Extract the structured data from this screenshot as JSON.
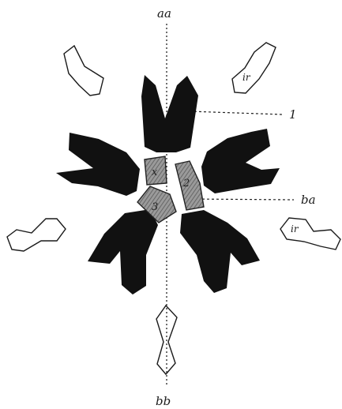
{
  "figure": {
    "labels": {
      "top_axis": "aa",
      "bottom_axis": "bb",
      "right_lower": "ba",
      "right_upper": "1",
      "upper_right_outline": "ir",
      "lower_right_outline": "ir",
      "inner_x": "x",
      "inner_2": "2",
      "inner_3": "3"
    },
    "colors": {
      "petal_fill": "#111111",
      "hatch_fill": "#8c8c8c",
      "outline_stroke": "#1a1a1a",
      "background": "#ffffff"
    }
  }
}
